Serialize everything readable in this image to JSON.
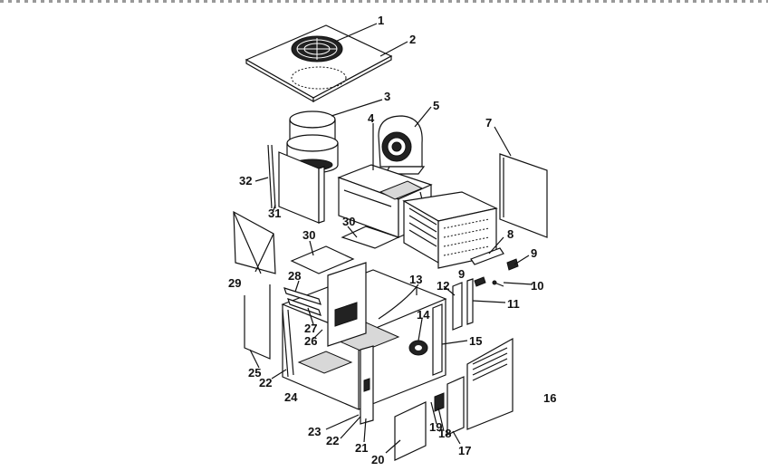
{
  "diagram": {
    "type": "exploded-parts-diagram",
    "callouts": [
      {
        "id": "c1",
        "label": "1"
      },
      {
        "id": "c2",
        "label": "2"
      },
      {
        "id": "c3",
        "label": "3"
      },
      {
        "id": "c4",
        "label": "4"
      },
      {
        "id": "c5",
        "label": "5"
      },
      {
        "id": "c7",
        "label": "7"
      },
      {
        "id": "c8",
        "label": "8"
      },
      {
        "id": "c9a",
        "label": "9"
      },
      {
        "id": "c9b",
        "label": "9"
      },
      {
        "id": "c10",
        "label": "10"
      },
      {
        "id": "c11",
        "label": "11"
      },
      {
        "id": "c12",
        "label": "12"
      },
      {
        "id": "c13",
        "label": "13"
      },
      {
        "id": "c14",
        "label": "14"
      },
      {
        "id": "c15",
        "label": "15"
      },
      {
        "id": "c16",
        "label": "16"
      },
      {
        "id": "c17",
        "label": "17"
      },
      {
        "id": "c18",
        "label": "18"
      },
      {
        "id": "c19",
        "label": "19"
      },
      {
        "id": "c20",
        "label": "20"
      },
      {
        "id": "c21",
        "label": "21"
      },
      {
        "id": "c22a",
        "label": "22"
      },
      {
        "id": "c22b",
        "label": "22"
      },
      {
        "id": "c23",
        "label": "23"
      },
      {
        "id": "c24",
        "label": "24"
      },
      {
        "id": "c25",
        "label": "25"
      },
      {
        "id": "c26",
        "label": "26"
      },
      {
        "id": "c27",
        "label": "27"
      },
      {
        "id": "c28",
        "label": "28"
      },
      {
        "id": "c29",
        "label": "29"
      },
      {
        "id": "c30a",
        "label": "30"
      },
      {
        "id": "c30b",
        "label": "30"
      },
      {
        "id": "c31",
        "label": "31"
      },
      {
        "id": "c32",
        "label": "32"
      }
    ]
  }
}
